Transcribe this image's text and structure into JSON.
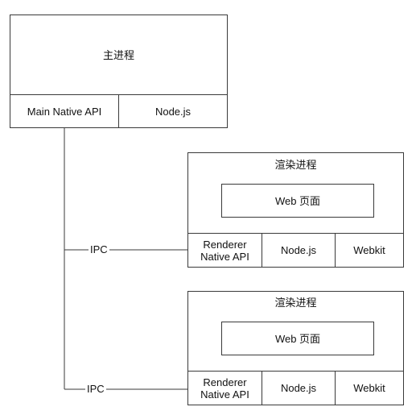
{
  "main_process": {
    "title": "主进程",
    "cells": [
      "Main Native API",
      "Node.js"
    ]
  },
  "renderer_processes": [
    {
      "title": "渲染进程",
      "inner": "Web 页面",
      "cells": [
        "Renderer\nNative API",
        "Node.js",
        "Webkit"
      ]
    },
    {
      "title": "渲染进程",
      "inner": "Web 页面",
      "cells": [
        "Renderer\nNative API",
        "Node.js",
        "Webkit"
      ]
    }
  ],
  "connections": [
    {
      "label": "IPC"
    },
    {
      "label": "IPC"
    }
  ]
}
